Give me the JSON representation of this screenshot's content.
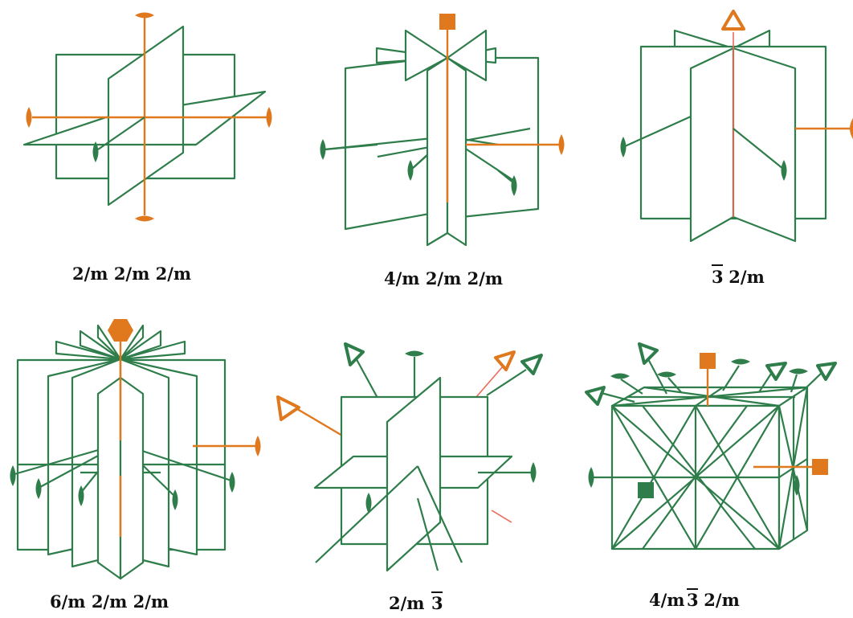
{
  "labels": {
    "orthorhombic": {
      "main": "2/m 2/m 2/m"
    },
    "tetragonal": {
      "main": "4/m 2/m 2/m"
    },
    "trigonal": {
      "bar": "3",
      "rest": " 2/m"
    },
    "hexagonal": {
      "main": "6/m 2/m 2/m"
    },
    "cubic_pyritohedral": {
      "pre": "2/m ",
      "bar": "3"
    },
    "cubic_hexoctahedral": {
      "pre": "4/m",
      "bar": "3",
      "rest": " 2/m"
    }
  },
  "colors": {
    "mirror_plane": "#2e7d4a",
    "rotation_axis": "#e0781e",
    "label_text": "#111111"
  },
  "symbols": {
    "twofold": "lens",
    "threefold": "triangle",
    "fourfold": "square",
    "sixfold": "hexagon"
  }
}
